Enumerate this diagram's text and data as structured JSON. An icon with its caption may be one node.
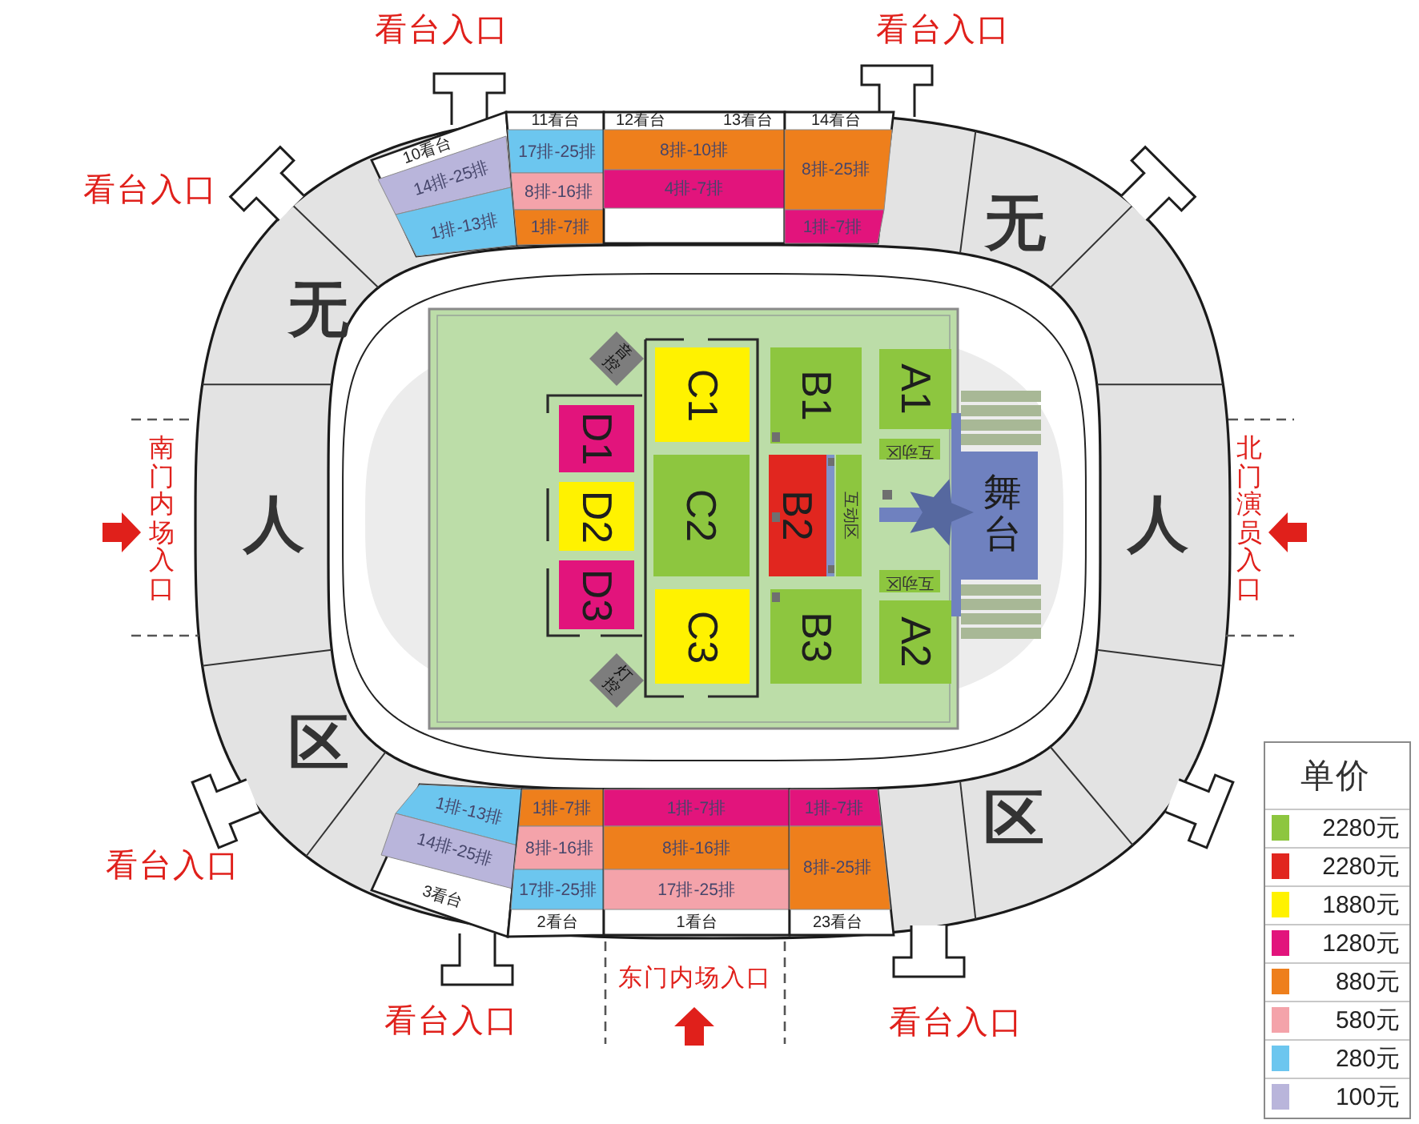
{
  "diagram": {
    "nodes": [
      {
        "text": [
          "10看台"
        ]
      },
      {
        "text": [
          "14排-25排"
        ],
        "in": 0
      },
      {
        "text": [
          "1排-13排"
        ],
        "in": 0
      },
      {
        "text": [
          "11看台"
        ]
      },
      {
        "text": [
          "17排-25排"
        ],
        "in": 3
      },
      {
        "text": [
          "8排-16排"
        ],
        "in": 3
      },
      {
        "text": [
          "1排-7排"
        ],
        "in": 3
      },
      {
        "text": [
          "12看台",
          "13看台"
        ]
      },
      {
        "text": [
          "8排-10排"
        ],
        "in": 7
      },
      {
        "text": [
          "4排-7排"
        ],
        "in": 7
      },
      {
        "text": [
          "14看台"
        ]
      },
      {
        "text": [
          "8排-25排"
        ],
        "in": 10
      },
      {
        "text": [
          "1排-7排"
        ],
        "in": 10
      },
      {
        "text": [
          "音控"
        ]
      },
      {
        "text": [
          "C1"
        ]
      },
      {
        "text": [
          "B1"
        ]
      },
      {
        "text": [
          "A1"
        ]
      },
      {
        "text": [
          "互动区"
        ]
      },
      {
        "text": [
          "D1"
        ]
      },
      {
        "text": [
          "D2"
        ]
      },
      {
        "text": [
          "C2"
        ]
      },
      {
        "text": [
          "B2"
        ]
      },
      {
        "text": [
          "互动区"
        ]
      },
      {
        "text": [
          "舞台"
        ]
      },
      {
        "text": [
          "D3"
        ]
      },
      {
        "text": [
          "互动区"
        ]
      },
      {
        "text": [
          "C3"
        ]
      },
      {
        "text": [
          "B3"
        ]
      },
      {
        "text": [
          "A2"
        ]
      },
      {
        "text": [
          "灯控"
        ]
      },
      {
        "text": [
          "3看台"
        ]
      },
      {
        "text": [
          "1排-13排"
        ],
        "in": 30
      },
      {
        "text": [
          "14排-25排"
        ],
        "in": 30
      },
      {
        "text": [
          "2看台"
        ]
      },
      {
        "text": [
          "1排-7排"
        ],
        "in": 33
      },
      {
        "text": [
          "8排-16排"
        ],
        "in": 33
      },
      {
        "text": [
          "17排-25排"
        ],
        "in": 33
      },
      {
        "text": [
          "1看台"
        ]
      },
      {
        "text": [
          "1排-7排"
        ],
        "in": 37
      },
      {
        "text": [
          "8排-16排"
        ],
        "in": 37
      },
      {
        "text": [
          "17排-25排"
        ],
        "in": 37
      },
      {
        "text": [
          "23看台"
        ]
      },
      {
        "text": [
          "1排-7排"
        ],
        "in": 41
      },
      {
        "text": [
          "8排-25排"
        ],
        "in": 41
      }
    ],
    "labels": [
      "看台入口",
      "看台入口",
      "看台入口",
      "无",
      "无",
      "南门内场入口",
      "北门演员入口",
      "人",
      "人",
      "区",
      "区",
      "看台入口",
      "东门内场入口",
      "看台入口",
      "看台入口",
      "单价"
    ],
    "legend": [
      {
        "text": "2280元",
        "color": "#8dc63f"
      },
      {
        "text": "2280元",
        "color": "#e1261f"
      },
      {
        "text": "1880元",
        "color": "#fff200"
      },
      {
        "text": "1280元",
        "color": "#e2147c"
      },
      {
        "text": "880元",
        "color": "#ee7f1c"
      },
      {
        "text": "580元",
        "color": "#f4a3aa"
      },
      {
        "text": "280元",
        "color": "#6cc6ef"
      },
      {
        "text": "100元",
        "color": "#b9b5db"
      }
    ]
  }
}
